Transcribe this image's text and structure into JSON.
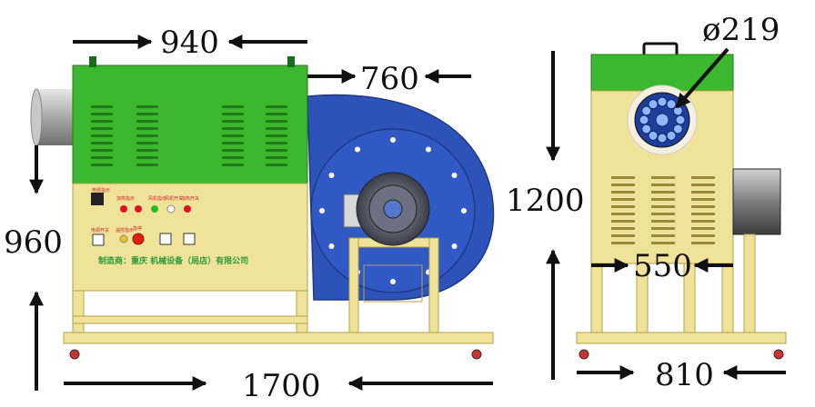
{
  "dimensions": {
    "front_width": "940",
    "fan_width": "760",
    "height_front": "960",
    "total_length": "1700",
    "side_height": "1200",
    "side_inner_width": "550",
    "side_base_width": "810",
    "outlet_diameter": "ø219"
  },
  "control_panel": {
    "top_labels": [
      "电源指示",
      "加热指示",
      "风机指示",
      "风机开关",
      "加热开关"
    ],
    "bottom_labels": [
      "电源开关",
      "温控指示",
      "急停"
    ],
    "banner": "制造商：重庆 机械设备（局店）有限公司"
  },
  "colors": {
    "green_body": "#3bb82f",
    "cream_frame": "#efe39a",
    "fan_blue": "#2d52b8",
    "outlet_grey": "#b9b9b9"
  }
}
